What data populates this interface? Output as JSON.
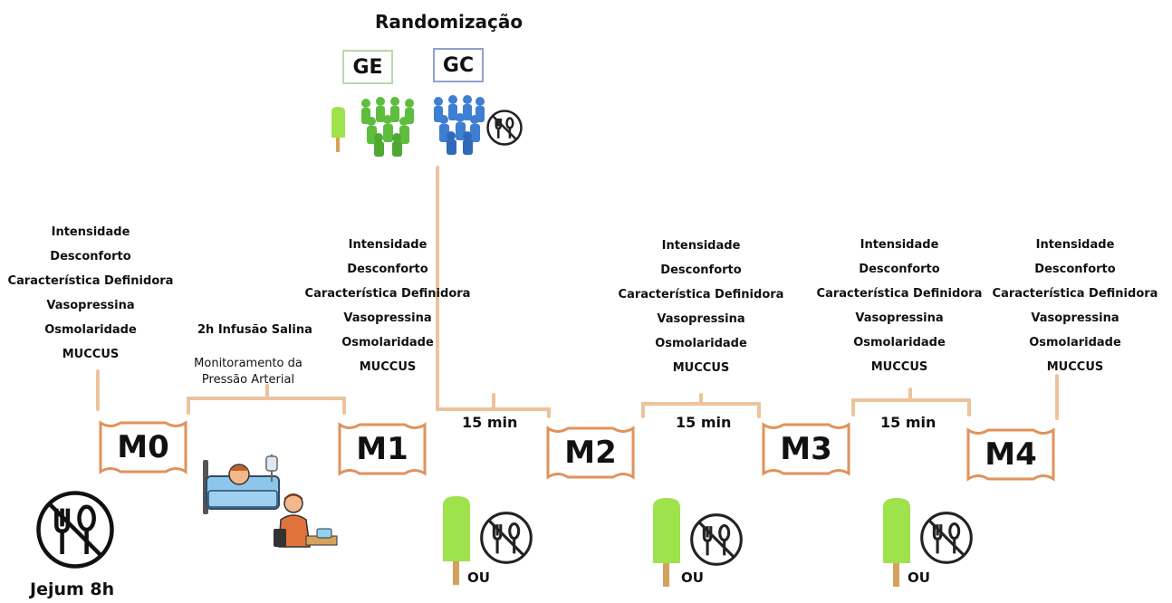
{
  "title": "Randomização",
  "groups": [
    {
      "label": "GE",
      "color": "#b9d9a8"
    },
    {
      "label": "GC",
      "color": "#8fa2cf"
    }
  ],
  "measure_lines": [
    "Intensidade",
    "Desconforto",
    "Característica Definidora",
    "Vasopressina",
    "Osmolaridade",
    "MUCCUS"
  ],
  "moments": [
    "M0",
    "M1",
    "M2",
    "M3",
    "M4"
  ],
  "infusion": {
    "title": "2h Infusão Salina",
    "subtitle": "Monitoramento da Pressão Arterial"
  },
  "interval_label": "15 min",
  "or_label": "OU",
  "fasting_label": "Jejum 8h",
  "colors": {
    "line": "#edc39d",
    "box_border": "#e0925a",
    "popsicle": "#9ee34c",
    "stick": "#d4a25c"
  },
  "icons": [
    "popsicle-icon",
    "crowd-icon",
    "no-food-icon",
    "patient-bed-icon",
    "nurse-icon"
  ]
}
